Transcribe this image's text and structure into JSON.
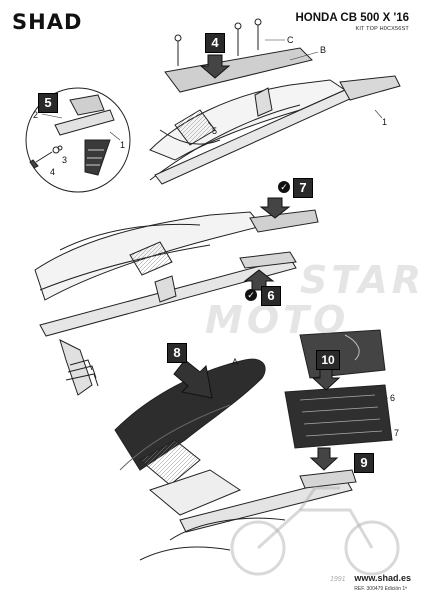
{
  "header": {
    "brand": "SHAD",
    "model": "HONDA CB 500 X '16",
    "kit": "KIT TOP H0CX56ST"
  },
  "steps": {
    "s4": "4",
    "s5": "5",
    "s6": "6",
    "s7": "7",
    "s8": "8",
    "s9": "9",
    "s10": "10"
  },
  "labels": {
    "c": "C",
    "b": "B",
    "one_a": "1",
    "one_b": "1",
    "two": "2",
    "three": "3",
    "four": "4",
    "five": "5",
    "a": "A",
    "six": "6",
    "seven": "7"
  },
  "watermark": {
    "line1": "STAR",
    "line2": "MOTO"
  },
  "footer": {
    "year": "1991",
    "url": "www.shad.es",
    "ref": "REF. 300479 Edición 1ª"
  },
  "icons": {
    "check": "check-icon",
    "arrow": "down-arrow-icon"
  }
}
